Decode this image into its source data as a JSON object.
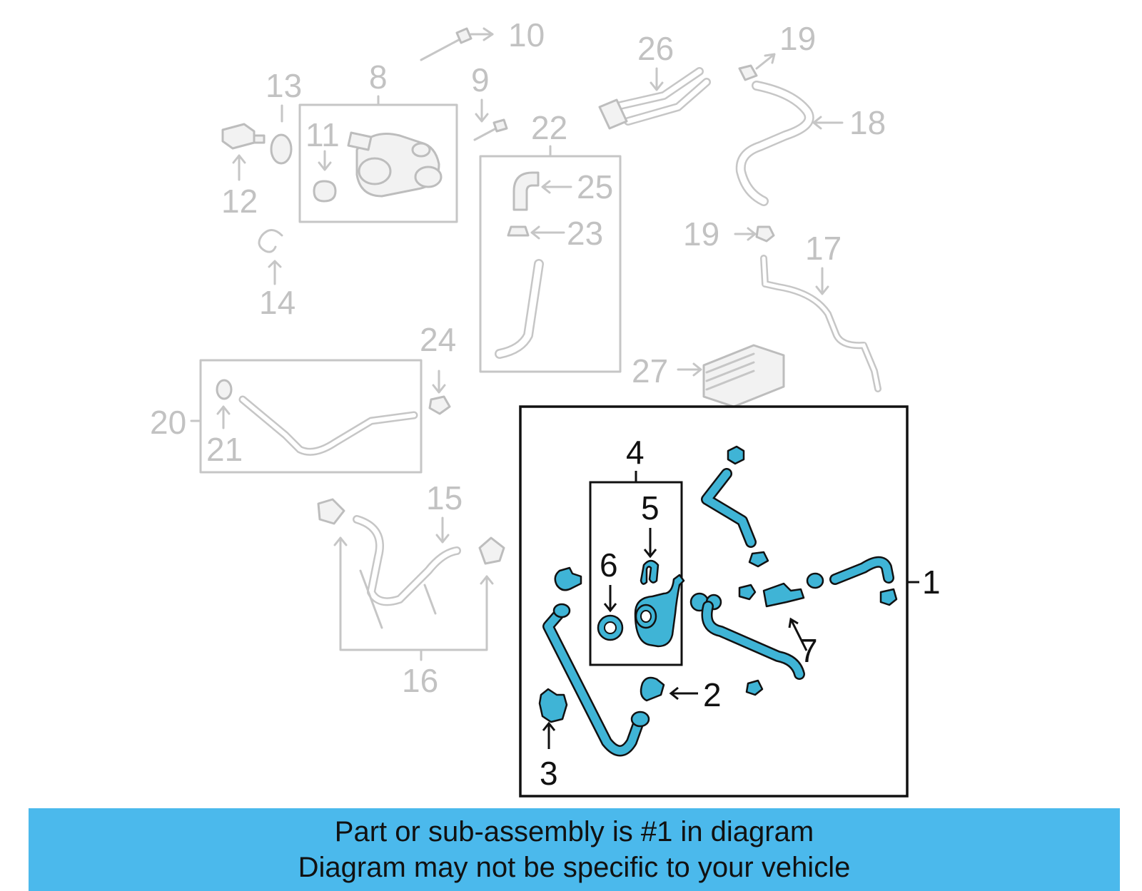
{
  "callouts": {
    "c1": "1",
    "c2": "2",
    "c3": "3",
    "c4": "4",
    "c5": "5",
    "c6": "6",
    "c7": "7",
    "c8": "8",
    "c9": "9",
    "c10": "10",
    "c11": "11",
    "c12": "12",
    "c13": "13",
    "c14": "14",
    "c15": "15",
    "c16": "16",
    "c17": "17",
    "c18": "18",
    "c19a": "19",
    "c19b": "19",
    "c20": "20",
    "c21": "21",
    "c22": "22",
    "c23": "23",
    "c24": "24",
    "c25": "25",
    "c26": "26",
    "c27": "27"
  },
  "banner": {
    "line1": "Part or sub-assembly is #1 in diagram",
    "line2": "Diagram may not be specific to your vehicle"
  },
  "colors": {
    "highlight": "#3fb4d6",
    "banner": "#4bb9ec",
    "ghost": "#c2c2c2"
  }
}
